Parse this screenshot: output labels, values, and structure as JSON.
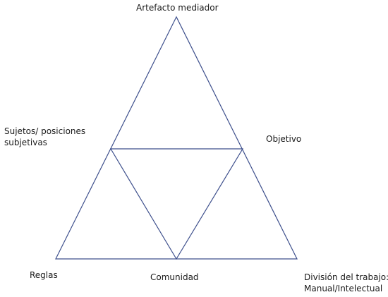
{
  "diagram": {
    "line_color": "#3d4f8c",
    "labels": {
      "top": "Artefacto mediador",
      "left_line1": "Sujetos/ posiciones",
      "left_line2": "subjetivas",
      "right": "Objetivo",
      "bottom_left": "Reglas",
      "bottom_center": "Comunidad",
      "bottom_right_line1": "División del trabajo:",
      "bottom_right_line2": "Manual/Intelectual"
    }
  }
}
